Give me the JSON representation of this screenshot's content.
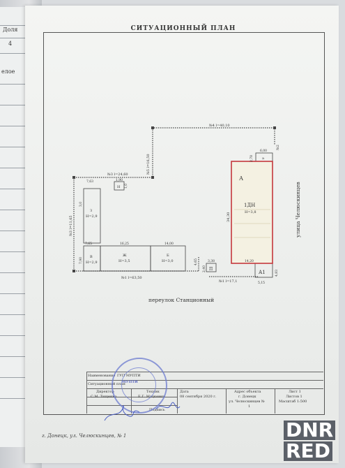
{
  "document": {
    "title": "СИТУАЦИОННЫЙ ПЛАН",
    "back_sheet": {
      "col_header": "Доля",
      "col_value": "4",
      "row_text": "елое"
    },
    "plan": {
      "street_bottom": "переулок Станционный",
      "street_right": "улица Челюскинцев",
      "boundaries": [
        "№4 l=40,10",
        "№5 l=16,50",
        "№3 l=24,60",
        "№3 l=11,65",
        "№1 l=63,50",
        "№1 l=17,1",
        "№2"
      ],
      "buildings": [
        {
          "letter": "А",
          "label": "1ДН",
          "height": "Н=3,8"
        },
        {
          "letter": "З",
          "label": "",
          "height": "Н=2,9"
        },
        {
          "letter": "В",
          "label": "",
          "height": "Н=2,9"
        },
        {
          "letter": "Ж",
          "label": "",
          "height": "Н=3,5"
        },
        {
          "letter": "Б",
          "label": "",
          "height": "Н=3,0"
        },
        {
          "letter": "П",
          "label": "",
          "height": ""
        },
        {
          "letter": "А1",
          "label": "",
          "height": ""
        },
        {
          "letter": "а",
          "label": "",
          "height": ""
        },
        {
          "letter": "Н",
          "label": "",
          "height": ""
        }
      ],
      "dims": {
        "d_7_63": "7,63",
        "d_1_90": "1,90",
        "d_7_65": "7,65",
        "d_16_25": "16,25",
        "d_14_00": "14,00",
        "d_7_90": "7,90",
        "d_34_30": "34,30",
        "d_14_20": "14,20",
        "d_6_00": "6,00",
        "d_2_78": "2,78",
        "d_3_38": "3,38",
        "d_2_40": "2,40",
        "d_4_65": "4,65",
        "d_4_83": "4,83",
        "d_5_15": "5,15",
        "d_3_0": "3,0",
        "d_1_0": "1,0"
      }
    },
    "stamp": {
      "name_label": "Наименование",
      "org": "ГУП МУПТИ",
      "doc_name": "Ситуационный план",
      "director_label": "Директор",
      "director_name": "С.М. Тищенко",
      "tech_label": "Техник",
      "tech_name": "Е.Г. Мацкевич",
      "sign_label": "Подпись",
      "date_label": "Дата",
      "date_value": "08 сентября 2020 г.",
      "addr_label": "Адрес объекта",
      "addr_city": "г. Донецк",
      "addr_street": "ул. Челюскинцев №",
      "addr_no": "1",
      "sheet_label": "Лист 1",
      "sheets_label": "Листов 1",
      "scale_label": "Масштаб 1:500"
    },
    "seal_text": "МУПТИ",
    "footer": "г. Донецк, ул. Челюскинцев, № 1"
  },
  "watermark": {
    "line1": "DNR",
    "line2": "RED"
  }
}
